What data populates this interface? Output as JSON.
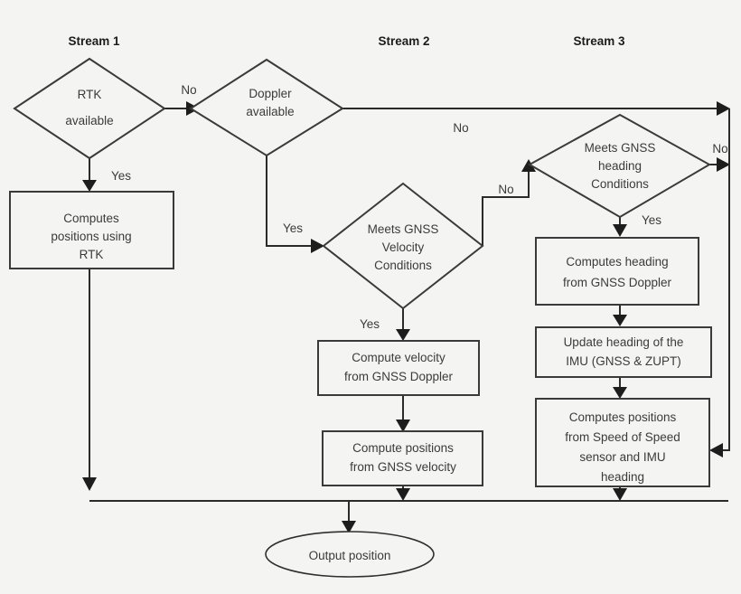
{
  "diagram": {
    "title": "Multi-stream GNSS/IMU positioning flowchart",
    "colors": {
      "background": "#f4f4f3",
      "stroke": "#3a3a3a",
      "text": "#3b3b3b",
      "heading_text": "#1c1c1c"
    },
    "stream_headers": [
      {
        "label": "Stream 1"
      },
      {
        "label": "Stream 2"
      },
      {
        "label": "Stream 3"
      }
    ],
    "decisions": [
      {
        "id": "rtk-available",
        "line1": "RTK",
        "line2": "available",
        "line3": ""
      },
      {
        "id": "doppler-available",
        "line1": "Doppler",
        "line2": "available",
        "line3": ""
      },
      {
        "id": "gnss-velocity-conditions",
        "line1": "Meets GNSS",
        "line2": "Velocity",
        "line3": "Conditions"
      },
      {
        "id": "gnss-heading-conditions",
        "line1": "Meets GNSS",
        "line2": "heading",
        "line3": "Conditions"
      }
    ],
    "processes": [
      {
        "id": "computes-positions-rtk",
        "line1": "Computes",
        "line2": "positions using",
        "line3": "RTK",
        "line4": ""
      },
      {
        "id": "compute-velocity-doppler",
        "line1": "Compute velocity",
        "line2": "from GNSS Doppler",
        "line3": "",
        "line4": ""
      },
      {
        "id": "compute-positions-velocity",
        "line1": "Compute positions",
        "line2": "from GNSS velocity",
        "line3": "",
        "line4": ""
      },
      {
        "id": "computes-heading-doppler",
        "line1": "Computes heading",
        "line2": "from GNSS Doppler",
        "line3": "",
        "line4": ""
      },
      {
        "id": "update-heading-imu",
        "line1": "Update heading of the",
        "line2": "IMU (GNSS & ZUPT)",
        "line3": "",
        "line4": ""
      },
      {
        "id": "computes-positions-speed-imu",
        "line1": "Computes positions",
        "line2": "from Speed of Speed",
        "line3": "sensor and IMU",
        "line4": "heading"
      }
    ],
    "terminator": {
      "id": "output-position",
      "label": "Output position"
    },
    "edge_labels": [
      {
        "id": "rtk-no",
        "label": "No"
      },
      {
        "id": "rtk-yes",
        "label": "Yes"
      },
      {
        "id": "doppler-no",
        "label": "No"
      },
      {
        "id": "doppler-yes",
        "label": "Yes"
      },
      {
        "id": "velocity-no",
        "label": "No"
      },
      {
        "id": "velocity-yes",
        "label": "Yes"
      },
      {
        "id": "heading-no",
        "label": "No"
      },
      {
        "id": "heading-yes",
        "label": "Yes"
      }
    ]
  }
}
